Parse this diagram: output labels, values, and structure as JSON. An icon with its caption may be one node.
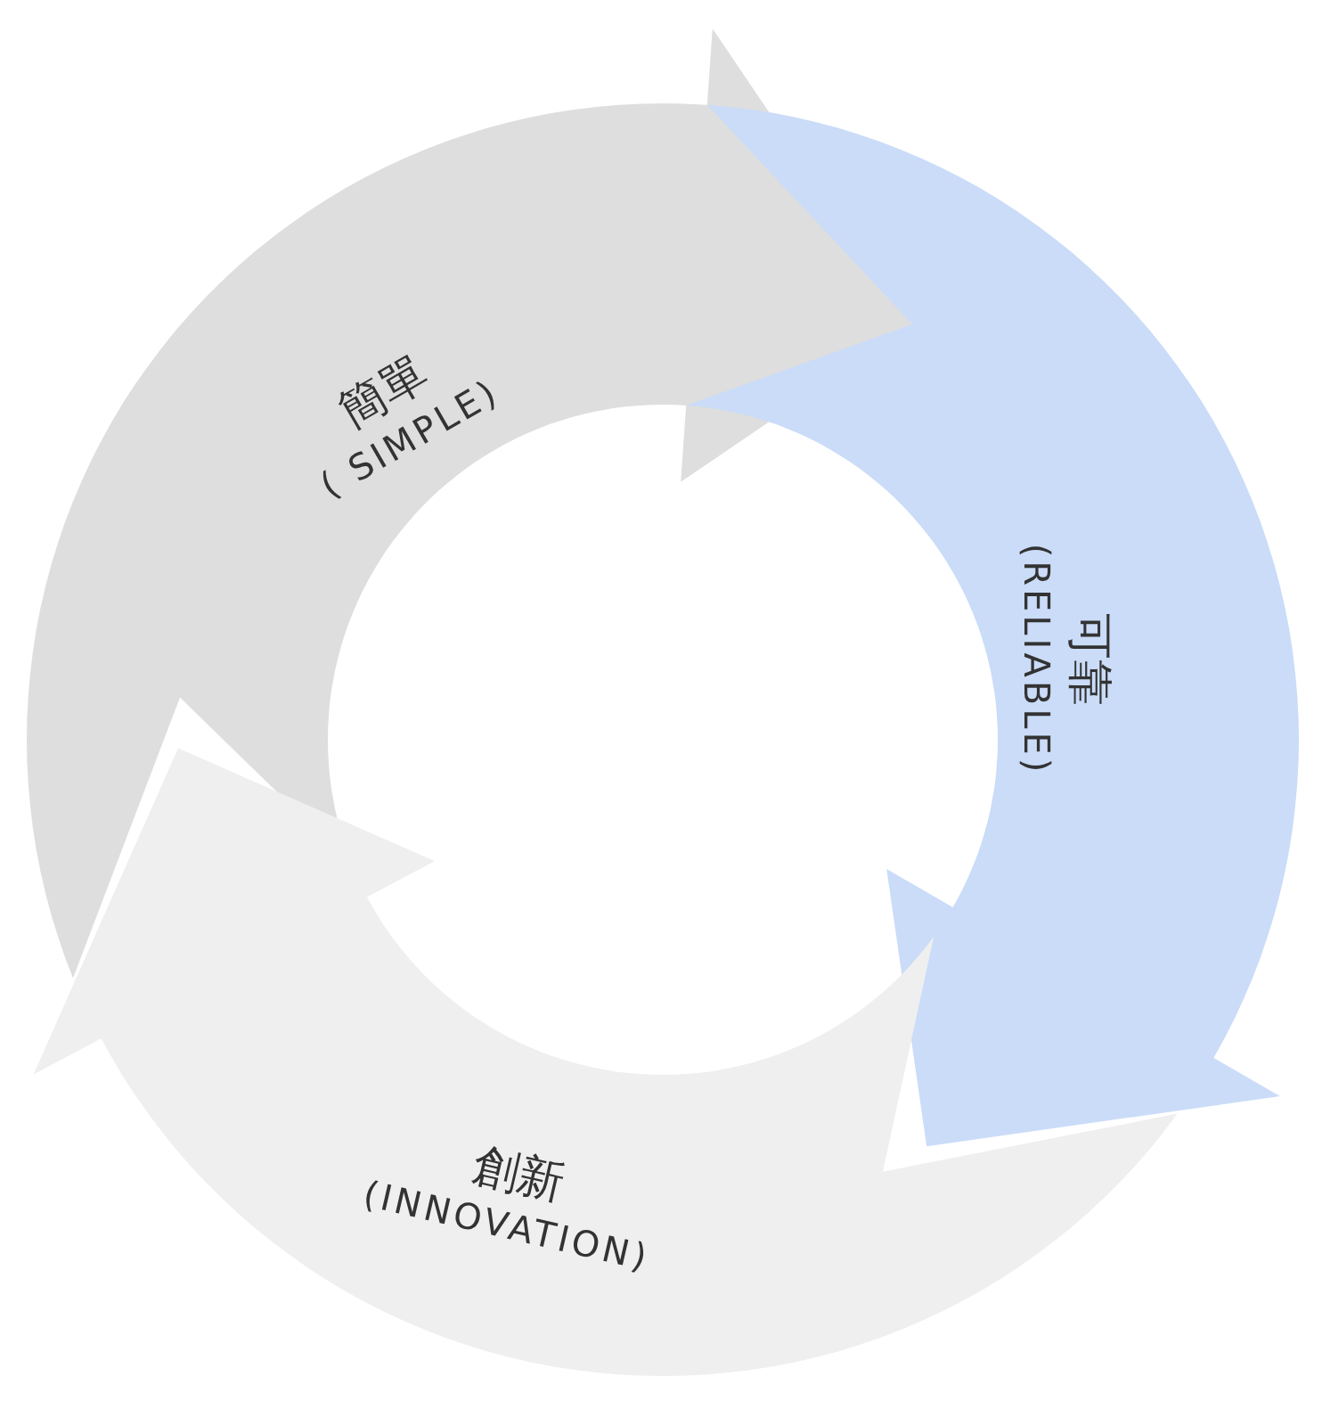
{
  "diagram": {
    "nodes": [
      {
        "text": [
          "簡單",
          "( SIMPLE)"
        ]
      },
      {
        "text": [
          "可靠",
          "(RELIABLE)"
        ]
      },
      {
        "text": [
          "創新",
          "(INNOVATION)"
        ]
      }
    ]
  }
}
